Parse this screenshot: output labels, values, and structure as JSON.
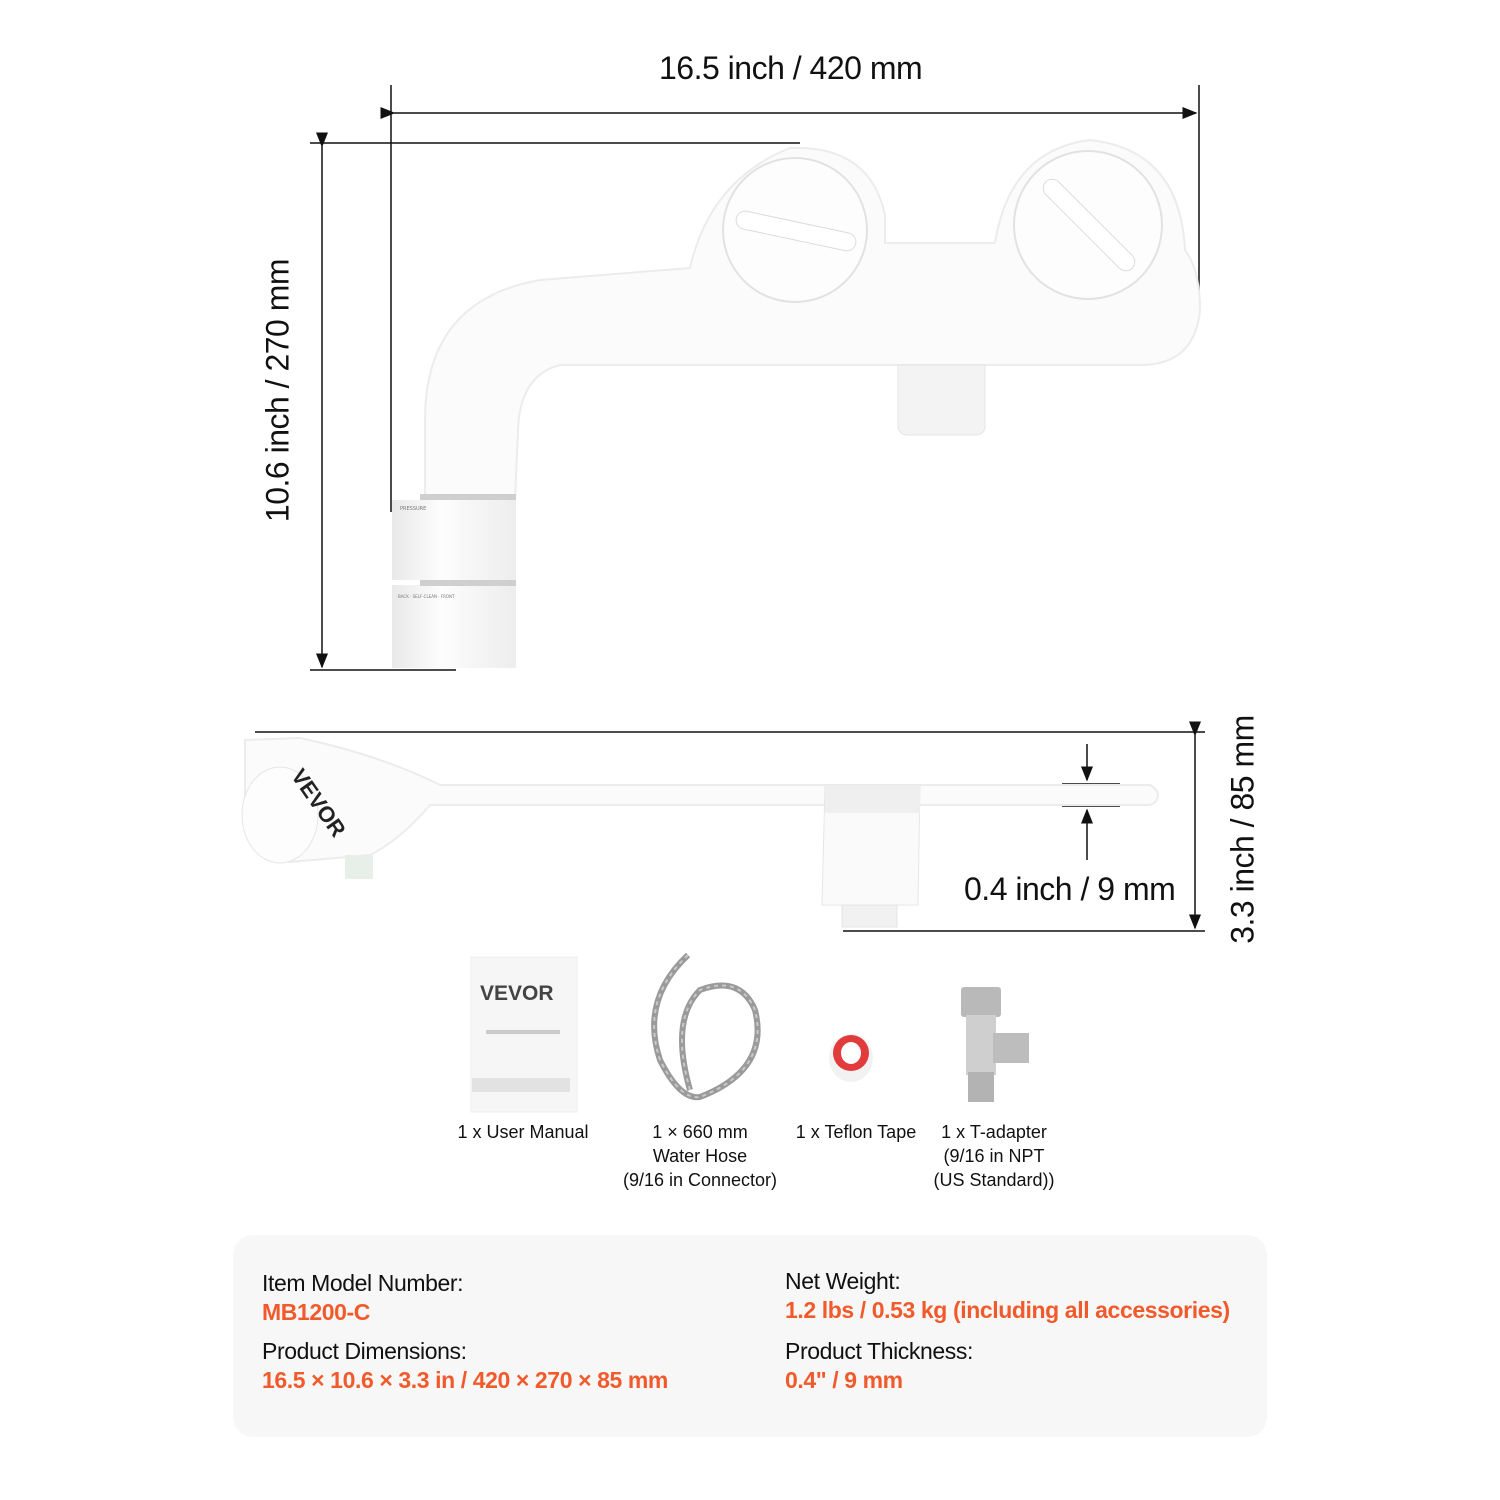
{
  "accent_color": "#f15a2b",
  "dimensions": {
    "width": "16.5 inch / 420 mm",
    "height": "10.6 inch / 270 mm",
    "depth": "3.3 inch / 85 mm",
    "thickness": "0.4 inch / 9 mm"
  },
  "product_markings": {
    "brand": "VEVOR",
    "dial_1": "PRESSURE",
    "dial_2": "BACK · SELF-CLEAN · FRONT"
  },
  "accessories": [
    {
      "icon": "user-manual-image",
      "lines": [
        "1 x User Manual"
      ],
      "manual_brand": "VEVOR"
    },
    {
      "icon": "water-hose-image",
      "lines": [
        "1 × 660 mm",
        "Water Hose",
        "(9/16 in Connector)"
      ]
    },
    {
      "icon": "teflon-tape-image",
      "lines": [
        "1 x Teflon Tape"
      ]
    },
    {
      "icon": "t-adapter-image",
      "lines": [
        "1 x T-adapter",
        "(9/16 in NPT",
        "(US Standard))"
      ]
    }
  ],
  "specs": {
    "model_label": "Item Model Number:",
    "model_value": "MB1200-C",
    "dimensions_label": "Product Dimensions:",
    "dimensions_value": "16.5 × 10.6 × 3.3 in / 420 × 270 × 85 mm",
    "weight_label": "Net Weight:",
    "weight_value": "1.2 lbs / 0.53 kg (including all accessories)",
    "thickness_label": "Product Thickness:",
    "thickness_value": "0.4\" / 9 mm"
  }
}
